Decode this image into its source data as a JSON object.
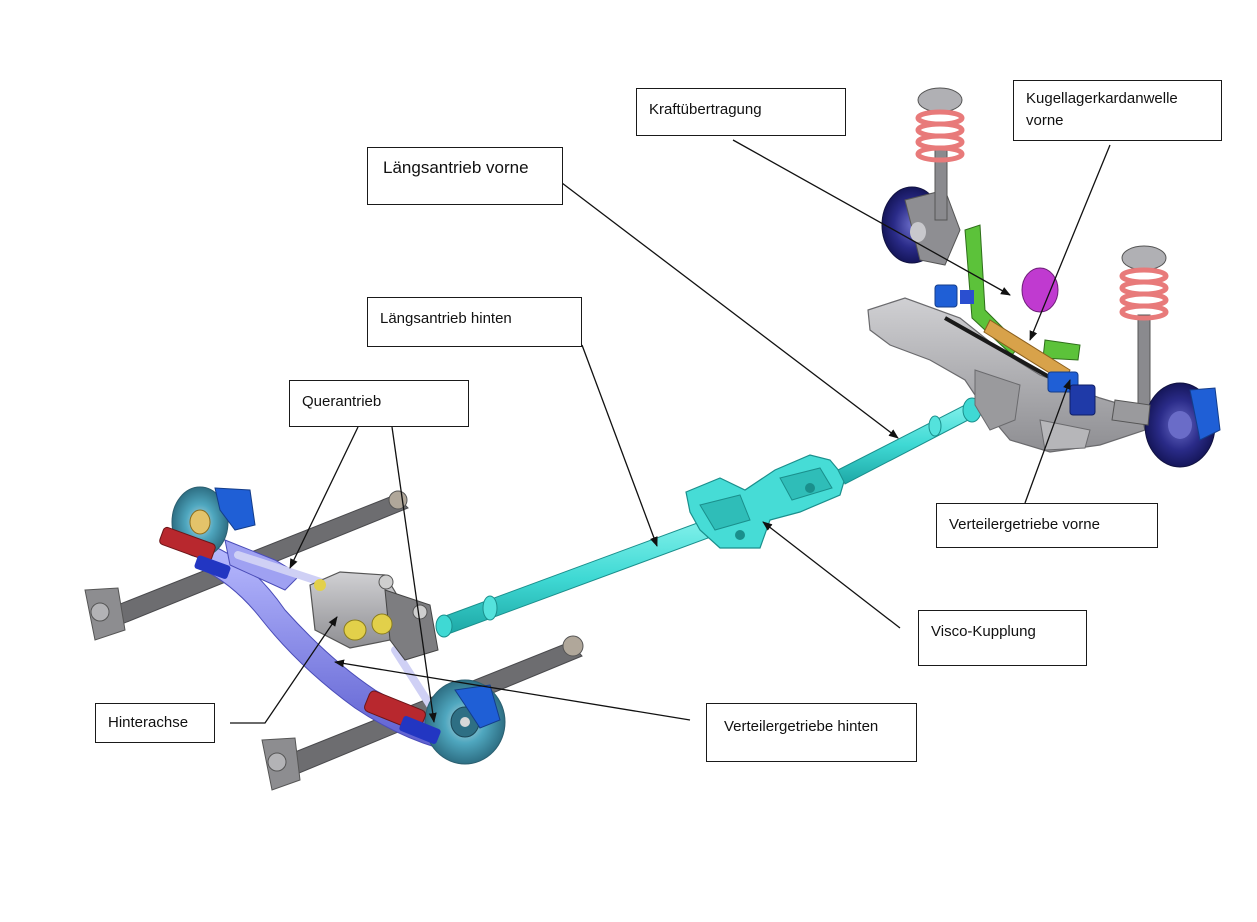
{
  "labels": {
    "kraftuebertragung": "Kraftübertragung",
    "kugellager": "Kugellagerkardanwelle\nvorne",
    "laengs_vorne": "Längsantrieb vorne",
    "laengs_hinten": "Längsantrieb hinten",
    "querantrieb": "Querantrieb",
    "verteiler_vorne": "Verteilergetriebe vorne",
    "visco": "Visco-Kupplung",
    "hinterachse": "Hinterachse",
    "verteiler_hinten": "Verteilergetriebe hinten"
  },
  "colors": {
    "driveshaft": "#3fd9d4",
    "rear_axle_beam": "#8a8cf0",
    "subframe": "#a8a8ab",
    "trailing_arm": "#6d6d70",
    "spring": "#e87a7a",
    "brake_rotor": "#22237a",
    "caliper_blue": "#1f5fd6",
    "shock_red": "#b8282e",
    "yellow_bushing": "#e2d04a",
    "green_bracket": "#5cc23a",
    "orange_rod": "#d8a24a",
    "magenta_disc": "#c03ad0"
  }
}
